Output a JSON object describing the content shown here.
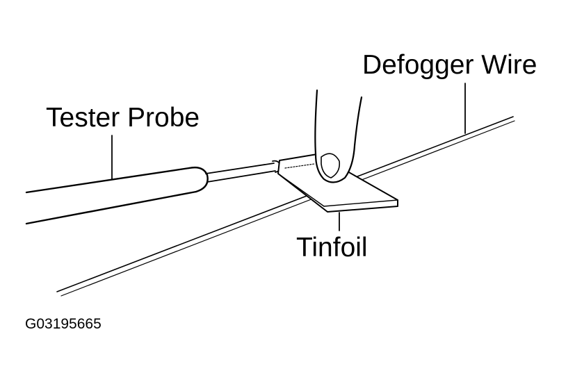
{
  "labels": {
    "defogger_wire": "Defogger Wire",
    "tester_probe": "Tester Probe",
    "tinfoil": "Tinfoil",
    "figure_code": "G03195665"
  },
  "colors": {
    "ink": "#000000",
    "background": "#ffffff"
  }
}
